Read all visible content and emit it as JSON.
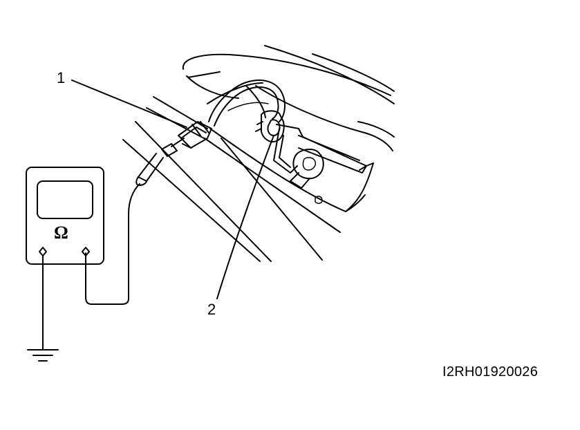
{
  "callouts": {
    "one": "1",
    "two": "2"
  },
  "meter": {
    "unit_symbol": "Ω"
  },
  "figure_id": "I2RH01920026"
}
